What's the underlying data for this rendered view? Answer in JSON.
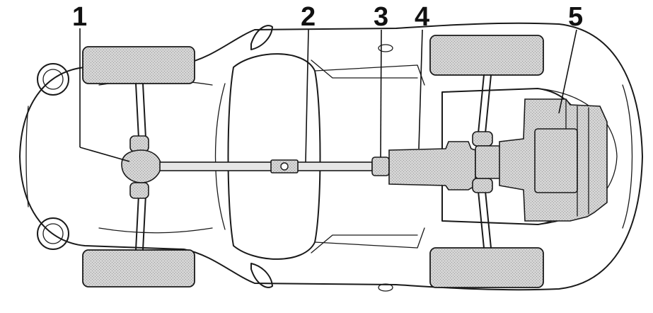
{
  "labels": {
    "l1": "1",
    "l2": "2",
    "l3": "3",
    "l4": "4",
    "l5": "5"
  },
  "colors": {
    "outline": "#1a1a1a",
    "component_fill": "#c9c9c9",
    "background": "#ffffff"
  }
}
